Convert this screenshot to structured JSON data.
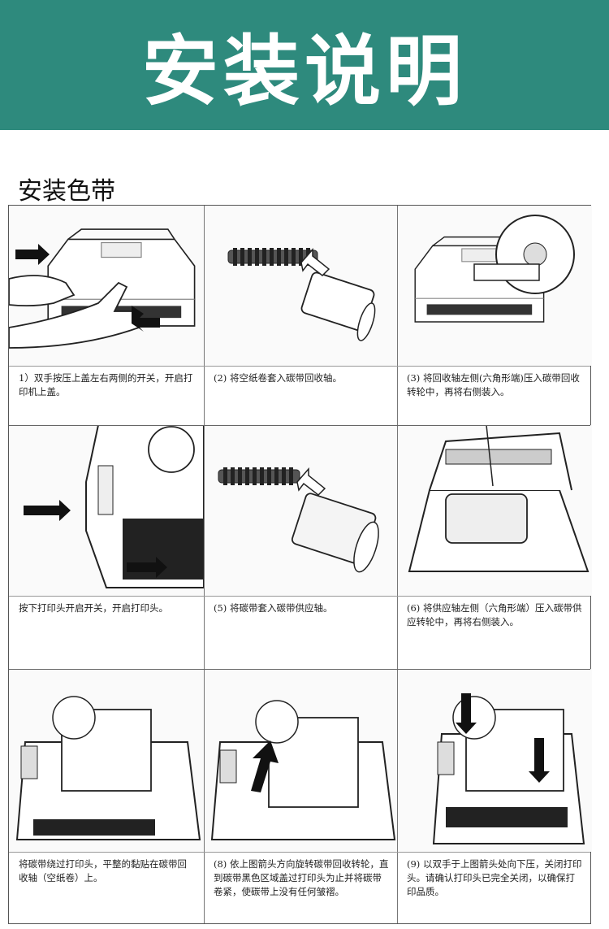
{
  "banner": {
    "title": "安装说明",
    "color": "#2e8a7d"
  },
  "section": {
    "title": "安装色带"
  },
  "steps": [
    {
      "caption": "1）双手按压上盖左右两侧的开关，开启打印机上盖。",
      "icon": "printer-open-lid-illustration"
    },
    {
      "caption": "(2) 将空纸卷套入碳带回收轴。",
      "icon": "empty-core-onto-shaft-illustration"
    },
    {
      "caption": "(3) 将回收轴左侧(六角形端)压入碳带回收转轮中，再将右侧装入。",
      "icon": "rewind-shaft-install-illustration"
    },
    {
      "caption": "按下打印头开启开关，开启打印头。",
      "icon": "printhead-release-illustration"
    },
    {
      "caption": "(5) 将碳带套入碳带供应轴。",
      "icon": "ribbon-onto-supply-shaft-illustration"
    },
    {
      "caption": "(6) 将供应轴左侧（六角形端）压入碳带供应转轮中，再将右侧装入。",
      "icon": "supply-shaft-install-illustration"
    },
    {
      "caption": "将碳带绕过打印头，平整的黏贴在碳带回收轴（空纸卷）上。",
      "icon": "ribbon-threading-illustration"
    },
    {
      "caption": "(8) 依上图箭头方向旋转碳带回收转轮，直到碳带黑色区域盖过打印头为止并将碳带卷紧，使碳带上没有任何皱褶。",
      "icon": "wind-ribbon-illustration"
    },
    {
      "caption": "(9) 以双手于上图箭头处向下压，关闭打印头。请确认打印头已完全关闭，以确保打印品质。",
      "icon": "close-printhead-illustration"
    }
  ]
}
